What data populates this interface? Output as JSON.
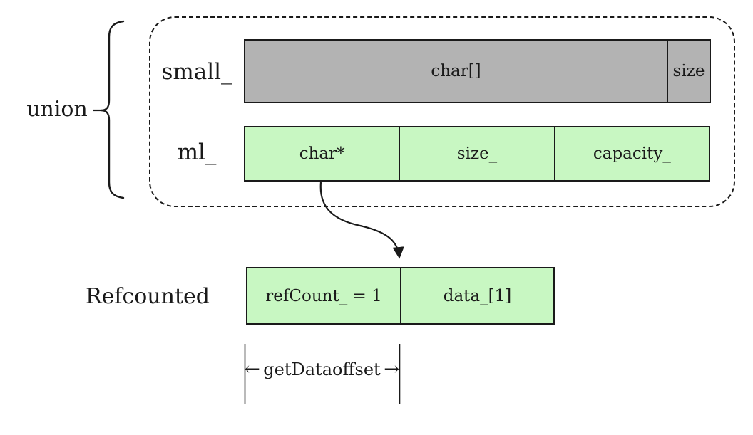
{
  "colors": {
    "stroke": "#1a1a1a",
    "gray_fill": "#b3b3b3",
    "green_fill": "#c8f7c2"
  },
  "union": {
    "label": "union",
    "rows": [
      {
        "name": "small_",
        "cells": [
          "char[]",
          "size"
        ]
      },
      {
        "name": "ml_",
        "cells": [
          "char*",
          "size_",
          "capacity_"
        ]
      }
    ]
  },
  "refcounted": {
    "label": "Refcounted",
    "cells": [
      "refCount_ = 1",
      "data_[1]"
    ]
  },
  "measurement": {
    "left_arrow": "←",
    "label": "getDataoffset",
    "right_arrow": "→"
  }
}
